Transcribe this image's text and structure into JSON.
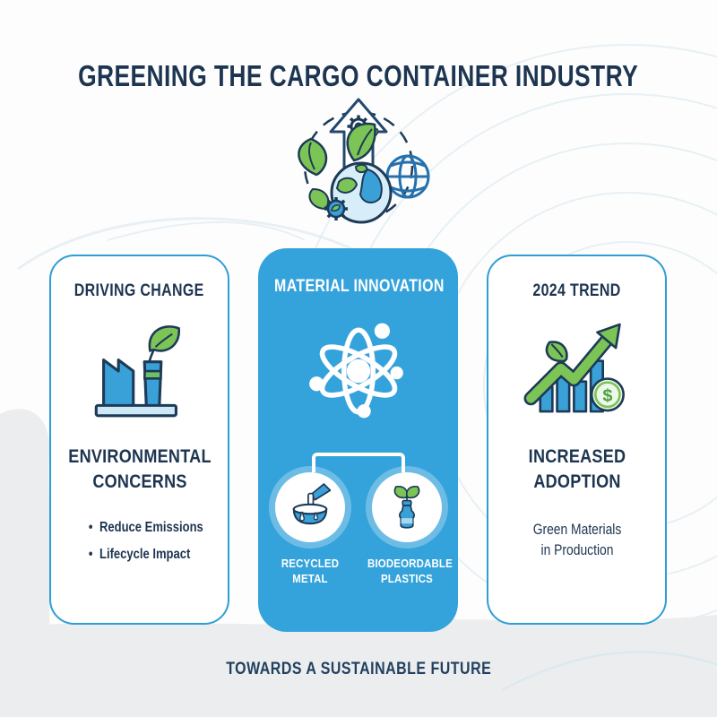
{
  "title": "GREENING THE CARGO CONTAINER INDUSTRY",
  "footer": "TOWARDS A SUSTAINABLE FUTURE",
  "hero": {
    "icon": "eco-globe-innovation-icon"
  },
  "colors": {
    "navy": "#1d3550",
    "accent_blue": "#35a3db",
    "border_blue": "#2e9ed6",
    "icon_blue": "#3aa0d8",
    "green": "#7cc455",
    "light_gray": "#ebedef"
  },
  "cards": [
    {
      "header": "DRIVING CHANGE",
      "icon": "green-factory-icon",
      "heading": "ENVIRONMENTAL CONCERNS",
      "bullets": [
        "Reduce Emissions",
        "Lifecycle Impact"
      ]
    },
    {
      "header": "MATERIAL INNOVATION",
      "icon": "atom-icon",
      "sub_items": [
        {
          "icon": "molten-metal-icon",
          "label": "RECYCLED METAL"
        },
        {
          "icon": "sprouting-bottle-icon",
          "label": "BIODEORDABLE PLASTICS"
        }
      ]
    },
    {
      "header": "2024 TREND",
      "icon": "growth-chart-icon",
      "heading": "INCREASED ADOPTION",
      "subtext": "Green Materials in Production",
      "coin_symbol": "$"
    }
  ]
}
